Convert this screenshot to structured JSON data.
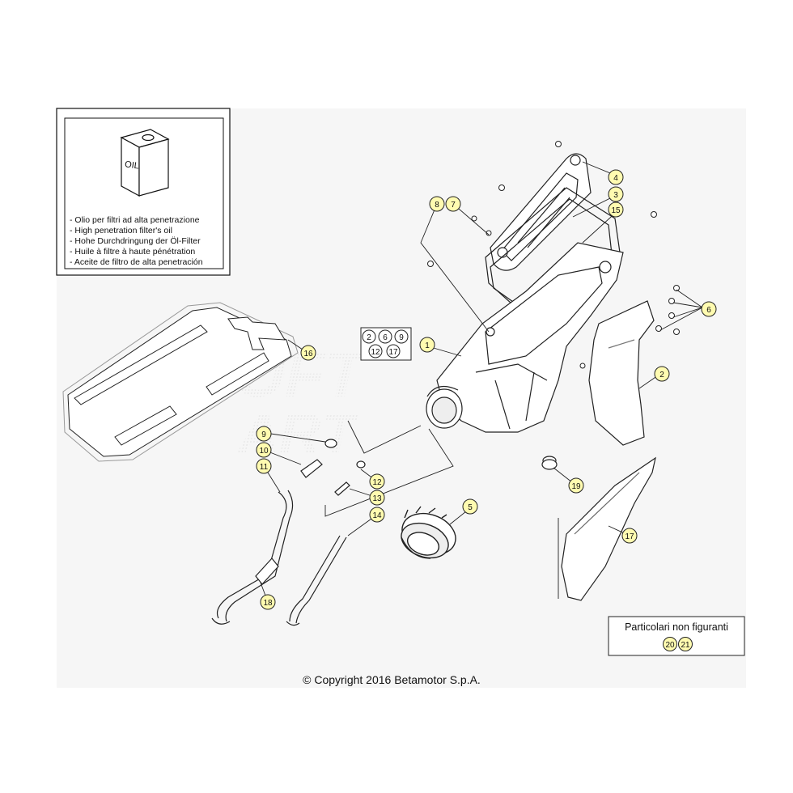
{
  "oil_box": {
    "can_label": "OIL",
    "lines": [
      "- Olio per filtri ad alta penetrazione",
      "- High penetration filter's oil",
      "- Hohe Durchdringung der Öl-Filter",
      "- Huile à filtre à haute pénétration",
      "- Aceite de filtro de alta penetración"
    ]
  },
  "not_shown_box": {
    "title": "Particolari non figuranti",
    "parts": [
      "20",
      "21"
    ]
  },
  "kit_box": {
    "top": [
      "2",
      "6",
      "9"
    ],
    "bottom": [
      "12",
      "17"
    ]
  },
  "callouts": {
    "c1": "1",
    "c2": "2",
    "c3": "3",
    "c4": "4",
    "c5": "5",
    "c6": "6",
    "c7": "7",
    "c8": "8",
    "c9": "9",
    "c10": "10",
    "c11": "11",
    "c12": "12",
    "c13": "13",
    "c14": "14",
    "c15": "15",
    "c16": "16",
    "c17": "17",
    "c18": "18",
    "c19": "19"
  },
  "copyright": "© Copyright 2016 Betamotor S.p.A.",
  "colors": {
    "callout_fill": "#fffbb0",
    "line": "#222222",
    "background": "#f6f6f6"
  }
}
